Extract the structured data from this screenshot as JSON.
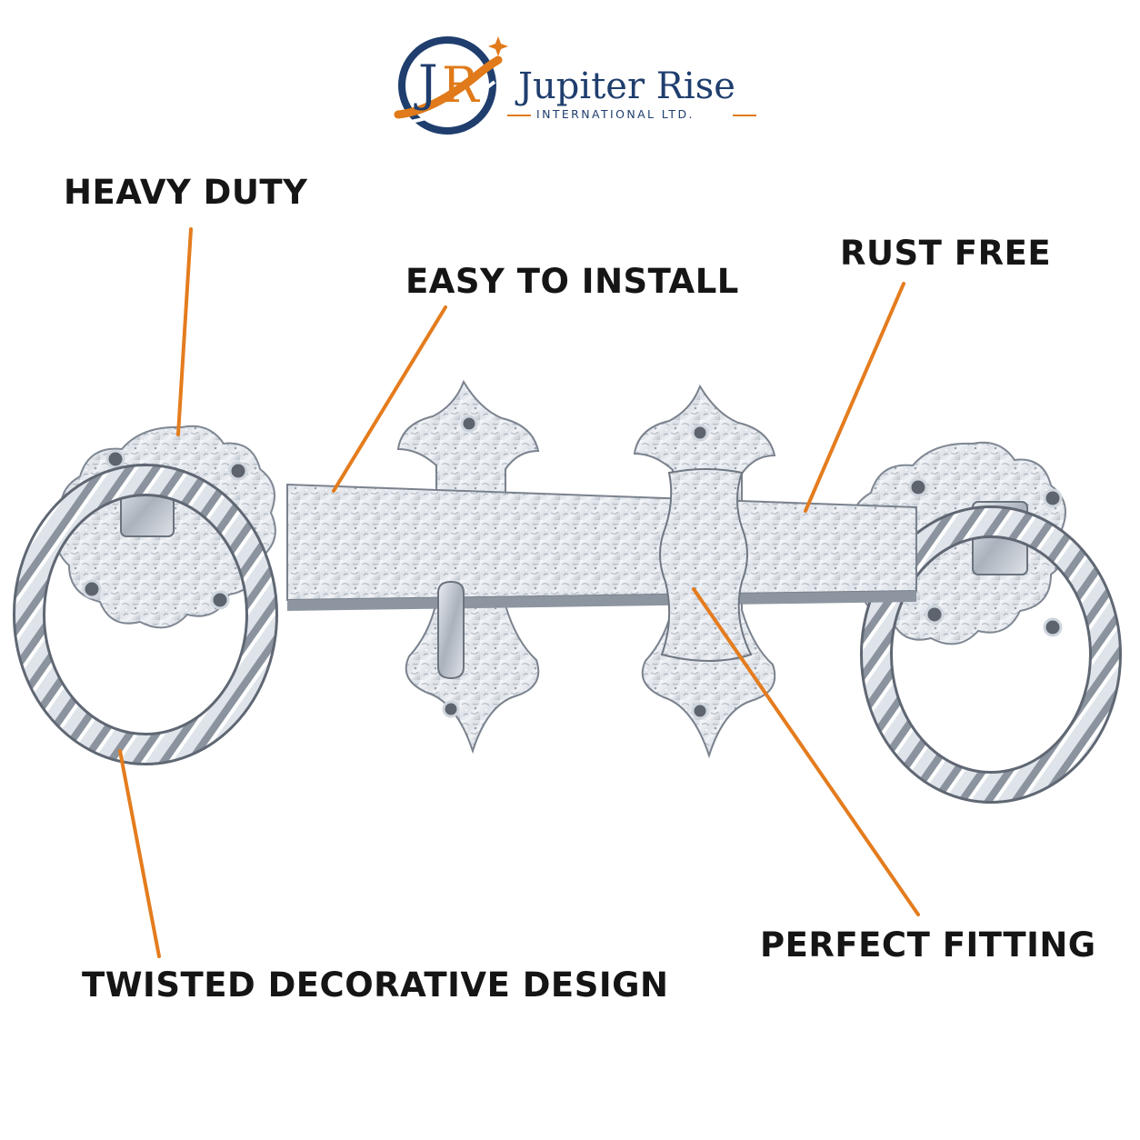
{
  "brand": {
    "monogram": "JR",
    "name": "Jupiter Rise",
    "tagline": "INTERNATIONAL LTD.",
    "colors": {
      "navy": "#1f3e6e",
      "orange": "#e07a1a"
    }
  },
  "features": {
    "heavy_duty": "HEAVY DUTY",
    "easy_install": "EASY TO INSTALL",
    "rust_free": "RUST FREE",
    "perfect_fitting": "PERFECT FITTING",
    "twisted_design": "TWISTED DECORATIVE DESIGN"
  },
  "colors": {
    "callout_line": "#e47c1e",
    "text": "#151515",
    "metal_light": "#eef1f5",
    "metal_mid": "#c3c9d1",
    "metal_dark": "#6e7681"
  }
}
